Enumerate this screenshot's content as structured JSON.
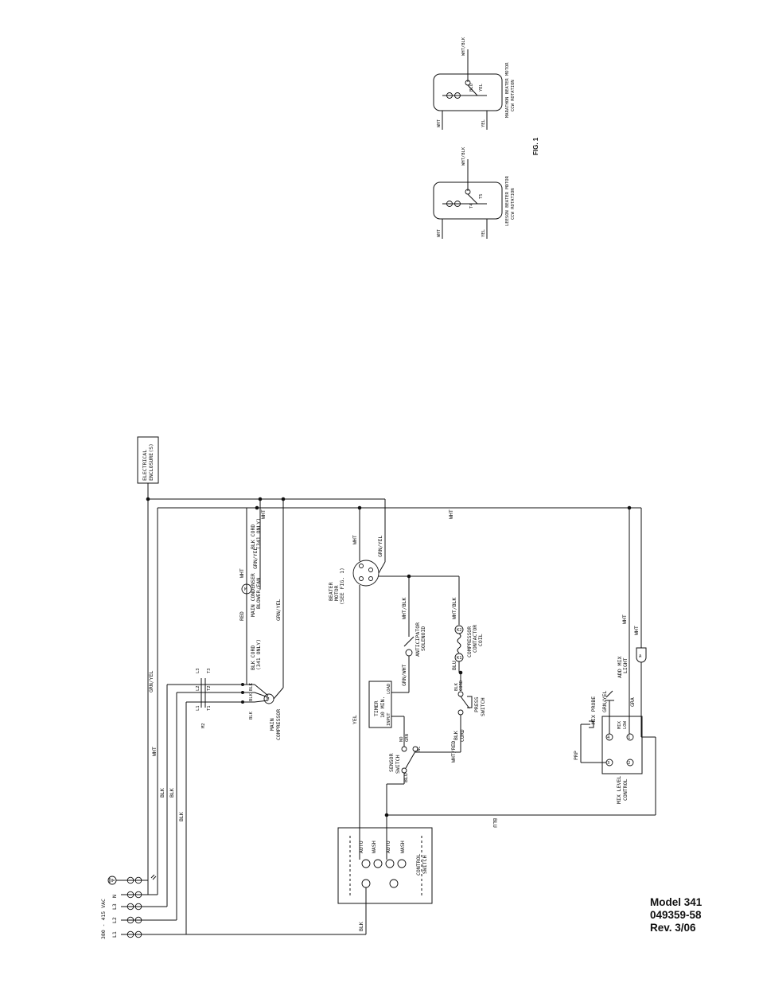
{
  "footer": {
    "model": "Model 341",
    "part_number": "049359-58",
    "revision": "Rev. 3/06"
  },
  "wires": {
    "wht": "WHT",
    "blk": "BLK",
    "blu": "BLU",
    "yel": "YEL",
    "red": "RED",
    "grn_yel": "GRN/YEL",
    "wht_blk": "WHT/BLK",
    "wht_red": "WHT/RED",
    "grn_wht": "GRN/WHT",
    "prp": "PRP",
    "gra": "GRA"
  },
  "supply": {
    "voltage": "380 - 415 VAC",
    "terminals": [
      "L1",
      "L2",
      "L3",
      "N"
    ]
  },
  "enclosure": {
    "line1": "ELECTRICAL",
    "line2": "ENCLOSURE(S)"
  },
  "compressor": {
    "line1": "MAIN",
    "line2": "COMPRESSOR",
    "symbol": "M",
    "contact_labels": [
      "L1",
      "L2",
      "L3",
      "T1",
      "T2",
      "T3",
      "M2"
    ],
    "cord_line1": "BLK CORD",
    "cord_line2": "(341 ONLY)"
  },
  "condenser_fan": {
    "line1": "MAIN CONDENSER",
    "line2": "BLOWER/FAN",
    "symbol": "M",
    "cord_line1": "BLK CORD",
    "cord_line2": "(341 ONLY)"
  },
  "beater_motor": {
    "line1": "BEATER",
    "line2": "MOTOR",
    "line3": "(SEE FIG. 1)"
  },
  "anticipator_solenoid": {
    "line1": "ANTICIPATOR",
    "line2": "SOLENOID"
  },
  "compressor_contactor": {
    "line1": "COMPRESSOR",
    "line2": "CONTACTOR",
    "line3": "COIL",
    "k1": "K1",
    "k2": "K2"
  },
  "press_switch": {
    "line1": "PRESS",
    "line2": "SWITCH",
    "cord_line1": "BLK",
    "cord_line2": "CORD"
  },
  "timer": {
    "line1": "TIMER",
    "line2": "10 MIN.",
    "input": "INPUT",
    "load": "LOAD"
  },
  "sensor_switch": {
    "line1": "SENSOR",
    "line2": "SWITCH",
    "no": "NO",
    "nc": "NC",
    "grn": "GRN"
  },
  "control_switch": {
    "line1": "CONTROL",
    "line2": "SWITCH",
    "positions": [
      "AUTO",
      "WASH",
      "AUTO",
      "WASH"
    ]
  },
  "mix_level_control": {
    "line1": "MIX LEVEL",
    "line2": "CONTROL",
    "low_line1": "MIX",
    "low_line2": "LOW",
    "pins": [
      "1",
      "2",
      "3",
      "4"
    ]
  },
  "mix_probe": {
    "label": "MIX PROBE"
  },
  "add_mix_light": {
    "line1": "ADD MIX",
    "line2": "LIGHT",
    "symbol": "A"
  },
  "fig1": {
    "title": "FIG. 1",
    "marathon": {
      "line1": "MARATHON BEATER MOTOR",
      "line2": "CCW ROTATION",
      "blu": "BLU",
      "yel": "YEL"
    },
    "leeson": {
      "line1": "LEESON BEATER MOTOR",
      "line2": "CCW ROTATION",
      "t4": "T4",
      "t5": "T5"
    }
  }
}
